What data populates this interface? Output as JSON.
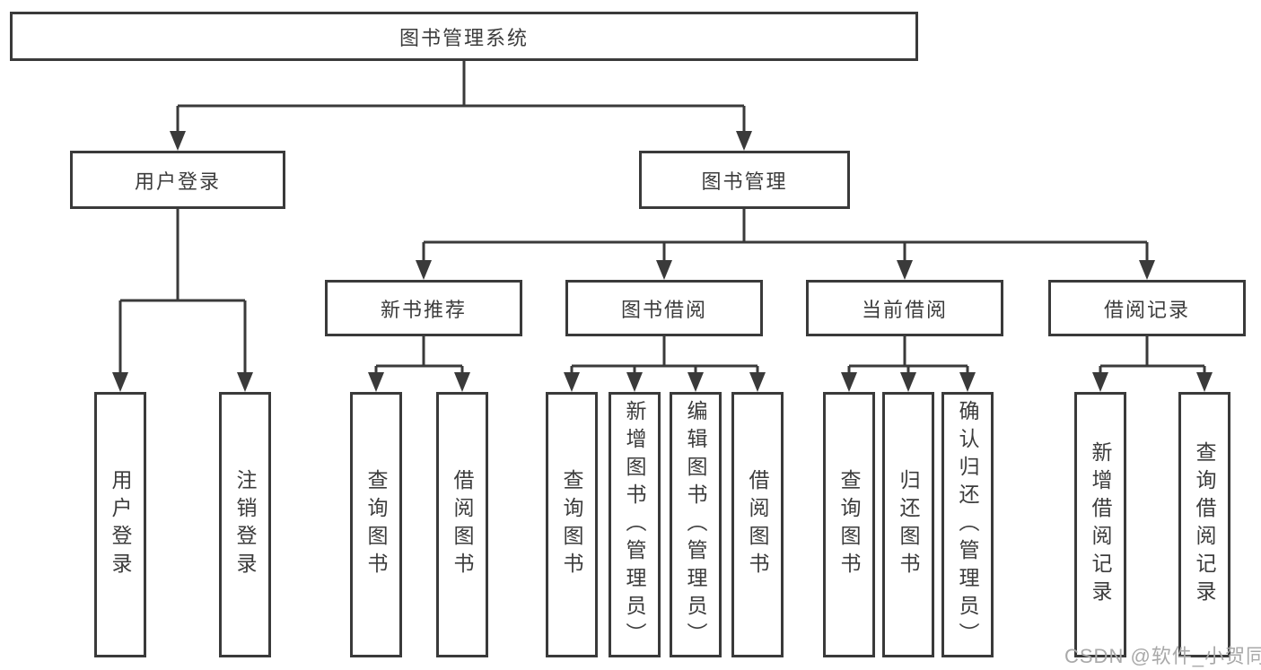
{
  "theme": {
    "line-color": "#3a3a3a",
    "text-color": "#3c3c3c",
    "background": "#ffffff",
    "watermark-color": "#a9a9a9"
  },
  "nodes": {
    "root": {
      "label": "图书管理系统"
    },
    "user_login": {
      "label": "用户登录"
    },
    "book_mgmt": {
      "label": "图书管理"
    },
    "user_login_leaf": {
      "label": "用户登录"
    },
    "logout": {
      "label": "注销登录"
    },
    "new_book_rec": {
      "label": "新书推荐"
    },
    "book_borrow": {
      "label": "图书借阅"
    },
    "current_borrow": {
      "label": "当前借阅"
    },
    "borrow_records": {
      "label": "借阅记录"
    },
    "rec_query_books": {
      "label": "查询图书"
    },
    "rec_borrow_books": {
      "label": "借阅图书"
    },
    "bb_query_books": {
      "label": "查询图书"
    },
    "bb_add_books": {
      "label": "新增图书（管理员）"
    },
    "bb_edit_books": {
      "label": "编辑图书（管理员）"
    },
    "bb_borrow_books": {
      "label": "借阅图书"
    },
    "cb_query_books": {
      "label": "查询图书"
    },
    "cb_return_books": {
      "label": "归还图书"
    },
    "cb_confirm_return": {
      "label": "确认归还（管理员）"
    },
    "br_add_record": {
      "label": "新增借阅记录"
    },
    "br_query_record": {
      "label": "查询借阅记录"
    }
  },
  "edges": [
    [
      "root",
      "user_login"
    ],
    [
      "root",
      "book_mgmt"
    ],
    [
      "user_login",
      "user_login_leaf"
    ],
    [
      "user_login",
      "logout"
    ],
    [
      "book_mgmt",
      "new_book_rec"
    ],
    [
      "book_mgmt",
      "book_borrow"
    ],
    [
      "book_mgmt",
      "current_borrow"
    ],
    [
      "book_mgmt",
      "borrow_records"
    ],
    [
      "new_book_rec",
      "rec_query_books"
    ],
    [
      "new_book_rec",
      "rec_borrow_books"
    ],
    [
      "book_borrow",
      "bb_query_books"
    ],
    [
      "book_borrow",
      "bb_add_books"
    ],
    [
      "book_borrow",
      "bb_edit_books"
    ],
    [
      "book_borrow",
      "bb_borrow_books"
    ],
    [
      "current_borrow",
      "cb_query_books"
    ],
    [
      "current_borrow",
      "cb_return_books"
    ],
    [
      "current_borrow",
      "cb_confirm_return"
    ],
    [
      "borrow_records",
      "br_add_record"
    ],
    [
      "borrow_records",
      "br_query_record"
    ]
  ],
  "watermark": {
    "text": "CSDN @软件_小贺同学"
  }
}
